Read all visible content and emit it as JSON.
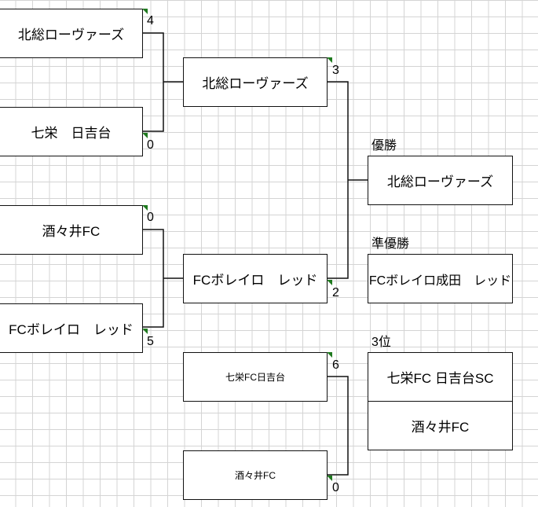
{
  "round1": {
    "team1": "北総ローヴァーズ",
    "score1": "4",
    "team2": "七栄　日吉台",
    "score2": "0",
    "team3": "酒々井FC",
    "score3": "0",
    "team4": "FCボレイロ　レッド",
    "score4": "5"
  },
  "round2": {
    "top": "北総ローヴァーズ",
    "top_score": "3",
    "bottom": "FCボレイロ　レッド",
    "bottom_score": "2"
  },
  "third_place_match": {
    "team1": "七栄FC日吉台",
    "score1": "6",
    "team2": "酒々井FC",
    "score2": "0"
  },
  "results": {
    "champion_label": "優勝",
    "champion": "北総ローヴァーズ",
    "runner_up_label": "準優勝",
    "runner_up": "FCボレイロ成田　レッド",
    "third_label": "3位",
    "third": "七栄FC 日吉台SC",
    "fourth": "酒々井FC"
  },
  "colors": {
    "line": "#111111",
    "marker": "#1f7a1f",
    "grid": "#d4d4d4"
  }
}
